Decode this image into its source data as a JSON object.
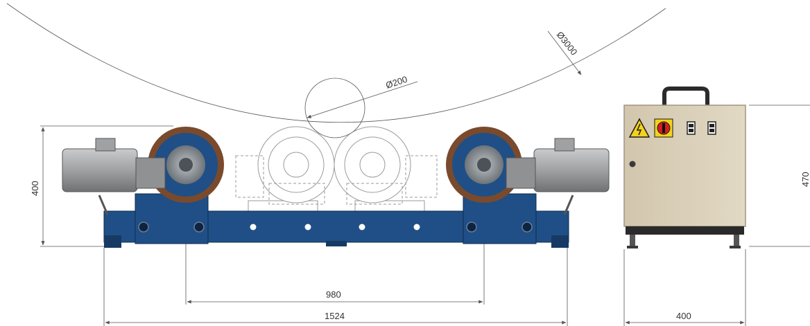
{
  "dimensions": {
    "vessel_diameter": "Ø3000",
    "small_diameter": "Ø200",
    "height": "400",
    "center_distance": "980",
    "overall_length": "1524",
    "cabinet_width": "400",
    "cabinet_height": "470"
  },
  "colors": {
    "base_blue": "#1f4f86",
    "base_blue_dark": "#163a63",
    "motor_grey": "#a7a9ab",
    "motor_grey_dark": "#6e7072",
    "wheel_rubber": "#7a4a2c",
    "cabinet_beige": "#d8cdb6",
    "cabinet_edge": "#9f9680",
    "warning_yellow": "#f2d21c"
  },
  "icons": {
    "warning": "high-voltage-warning-icon",
    "switch": "main-switch-icon"
  }
}
